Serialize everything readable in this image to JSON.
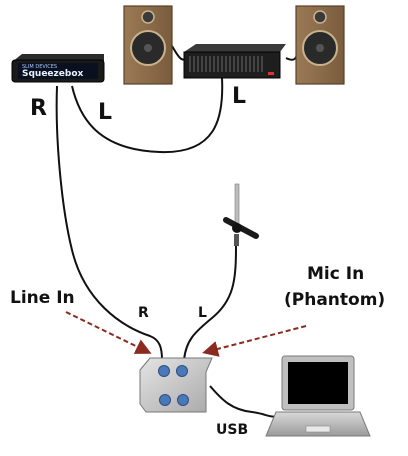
{
  "labels": {
    "squeezebox_top": "SLIM DEVICES",
    "squeezebox_name": "Squeezebox",
    "r_large": "R",
    "l_large_left": "L",
    "l_large_right": "L",
    "line_in": "Line In",
    "mic_in_line1": "Mic In",
    "mic_in_line2": "(Phantom)",
    "r_small": "R",
    "l_small": "L",
    "usb": "USB"
  },
  "icons": [
    "speaker-left-icon",
    "speaker-right-icon",
    "amplifier-icon",
    "squeezebox-icon",
    "microphone-icon",
    "audio-interface-icon",
    "laptop-icon"
  ],
  "colors": {
    "speaker_wood": "#8a6a4a",
    "speaker_cone": "#2a2a2a",
    "amp_body": "#1e1e1e",
    "squeezebox_body": "#1a1a1a",
    "interface_body": "#c8c8c8",
    "interface_knob": "#4a78b8",
    "arrow": "#8b2a1e",
    "cable": "#111111"
  }
}
